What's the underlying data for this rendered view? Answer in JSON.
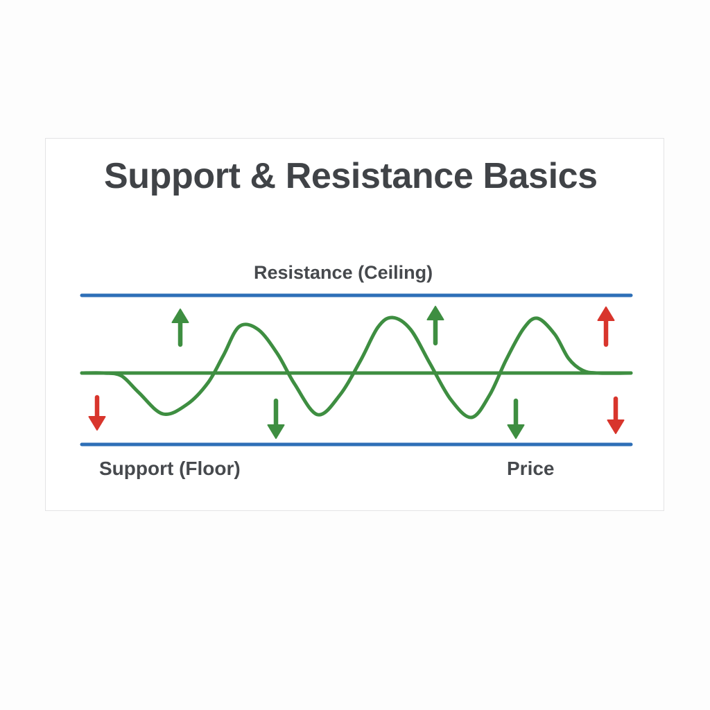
{
  "figure": {
    "title": "Support & Resistance Basics",
    "background_color": "#fdfdfd",
    "card_background": "#ffffff",
    "card_border_color": "#e3e3e5",
    "title_color": "#404347",
    "label_color": "#46494d"
  },
  "labels": {
    "resistance": "Resistance (Ceiling)",
    "support": "Support (Floor)",
    "price": "Price"
  },
  "colors": {
    "resistance_line": "#2e6fb7",
    "support_line": "#2e6fb7",
    "price_line": "#3e8e41",
    "up_arrow_green": "#3e8e41",
    "down_arrow_green": "#3e8e41",
    "up_arrow_red": "#d8352c",
    "down_arrow_red": "#d8352c"
  },
  "chart_data": {
    "type": "line",
    "title": "Support & Resistance Basics",
    "xlabel": "",
    "ylabel": "Price",
    "grid": false,
    "legend": "none",
    "xlim": [
      118,
      910
    ],
    "ylim": [
      426,
      641
    ],
    "annotations": [
      {
        "text": "Resistance (Ceiling)",
        "x": 366,
        "y": 380,
        "align": "left"
      },
      {
        "text": "Support (Floor)",
        "x": 143,
        "y": 662,
        "align": "left"
      },
      {
        "text": "Price",
        "x": 731,
        "y": 662,
        "align": "left"
      }
    ],
    "reference_lines": [
      {
        "name": "resistance",
        "label": "Resistance (Ceiling)",
        "y": 426,
        "x_start": 118,
        "x_end": 910,
        "color": "#2e6fb7",
        "width": 5
      },
      {
        "name": "midline",
        "label": "Price",
        "y": 538,
        "x_start": 118,
        "x_end": 910,
        "color": "#3e8e41",
        "width": 5
      },
      {
        "name": "support",
        "label": "Support (Floor)",
        "y": 641,
        "x_start": 118,
        "x_end": 910,
        "color": "#2e6fb7",
        "width": 5
      }
    ],
    "series": [
      {
        "name": "Price",
        "color": "#3e8e41",
        "width": 5,
        "points": [
          [
            118,
            538
          ],
          [
            150,
            538
          ],
          [
            175,
            542
          ],
          [
            200,
            566
          ],
          [
            235,
            597
          ],
          [
            270,
            583
          ],
          [
            300,
            552
          ],
          [
            322,
            513
          ],
          [
            345,
            471
          ],
          [
            372,
            475
          ],
          [
            400,
            510
          ],
          [
            425,
            554
          ],
          [
            458,
            598
          ],
          [
            490,
            570
          ],
          [
            520,
            520
          ],
          [
            545,
            472
          ],
          [
            566,
            458
          ],
          [
            592,
            475
          ],
          [
            620,
            524
          ],
          [
            650,
            576
          ],
          [
            680,
            602
          ],
          [
            706,
            570
          ],
          [
            730,
            519
          ],
          [
            755,
            474
          ],
          [
            775,
            459
          ],
          [
            800,
            482
          ],
          [
            820,
            517
          ],
          [
            840,
            534
          ],
          [
            862,
            538
          ],
          [
            910,
            538
          ]
        ]
      }
    ],
    "arrows": [
      {
        "name": "down-arrow-red-1",
        "direction": "down",
        "color": "#d8352c",
        "x": 140,
        "y_tail": 573,
        "y_head": 620
      },
      {
        "name": "up-arrow-green-1",
        "direction": "up",
        "color": "#3e8e41",
        "x": 260,
        "y_tail": 497,
        "y_head": 446
      },
      {
        "name": "down-arrow-green-1",
        "direction": "down",
        "color": "#3e8e41",
        "x": 398,
        "y_tail": 578,
        "y_head": 632
      },
      {
        "name": "up-arrow-green-2",
        "direction": "up",
        "color": "#3e8e41",
        "x": 628,
        "y_tail": 495,
        "y_head": 442
      },
      {
        "name": "down-arrow-green-2",
        "direction": "down",
        "color": "#3e8e41",
        "x": 744,
        "y_tail": 578,
        "y_head": 632
      },
      {
        "name": "up-arrow-red-1",
        "direction": "up",
        "color": "#d8352c",
        "x": 874,
        "y_tail": 497,
        "y_head": 443
      },
      {
        "name": "down-arrow-red-2",
        "direction": "down",
        "color": "#d8352c",
        "x": 888,
        "y_tail": 575,
        "y_head": 625
      }
    ]
  }
}
